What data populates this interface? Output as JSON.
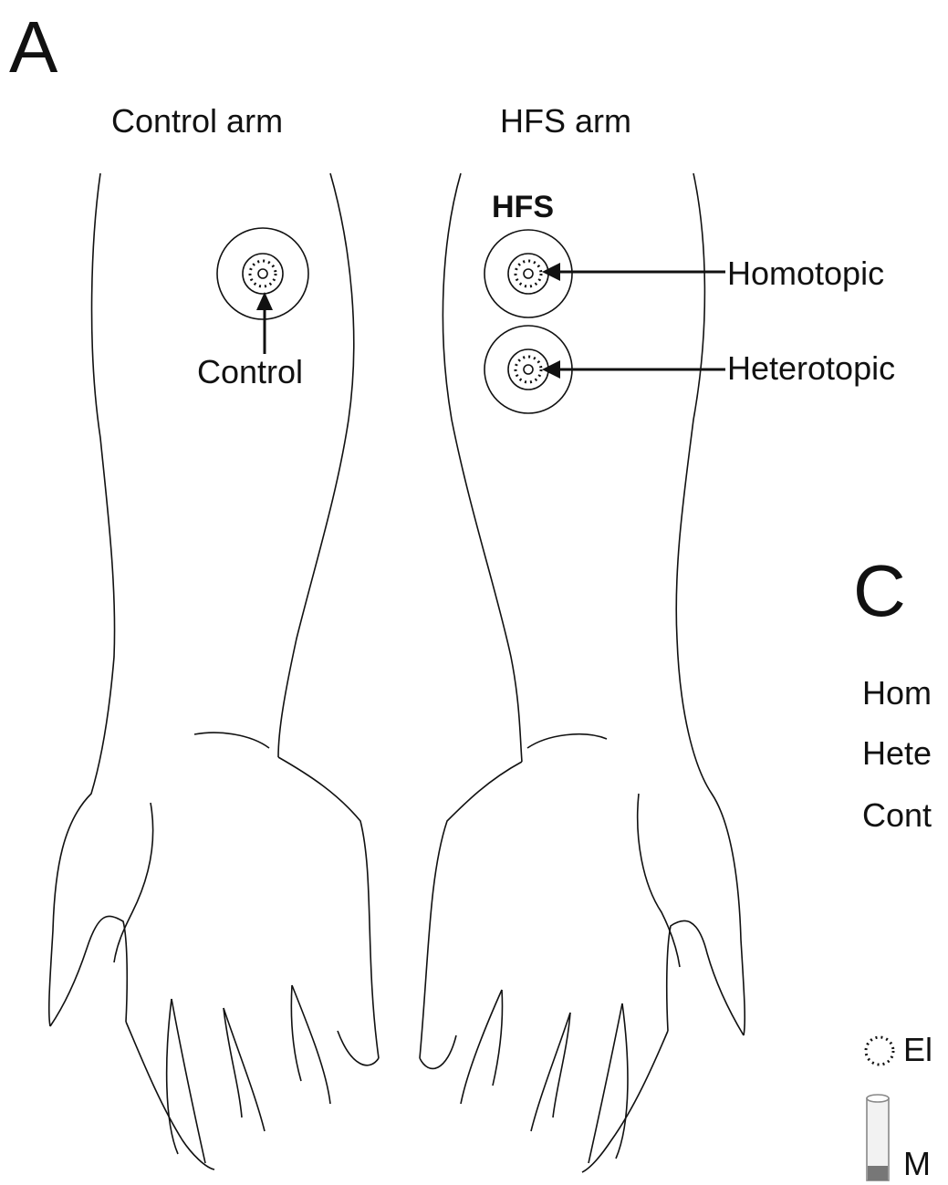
{
  "panels": {
    "a": "A",
    "c": "C"
  },
  "arms": {
    "control_title": "Control arm",
    "hfs_title": "HFS arm"
  },
  "sites": {
    "control": "Control",
    "hfs": "HFS",
    "homotopic": "Homotopic",
    "heterotopic": "Heterotopic"
  },
  "panel_c_rows": [
    "Hom",
    "Hete",
    "Cont"
  ],
  "legend": {
    "electrode": "El",
    "tube": "M"
  }
}
